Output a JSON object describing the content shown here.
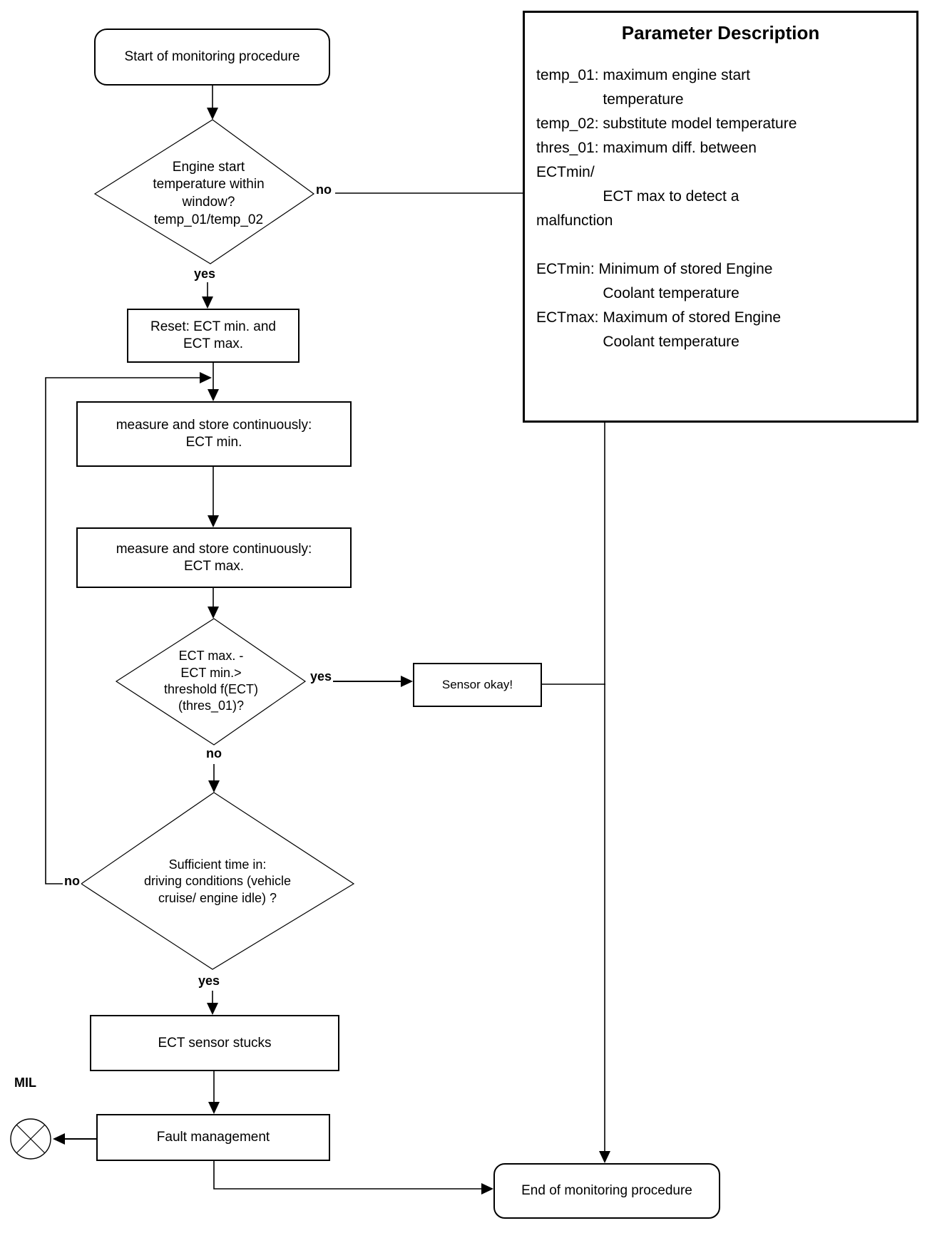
{
  "diagram": {
    "type": "flowchart",
    "nodes": {
      "start": {
        "label": "Start of monitoring procedure"
      },
      "d1": {
        "label": "Engine start\ntemperature within\nwindow?\ntemp_01/temp_02"
      },
      "reset": {
        "label": "Reset: ECT min. and\nECT max."
      },
      "measure_min": {
        "label": "measure and store continuously:\nECT min."
      },
      "measure_max": {
        "label": "measure and store continuously:\nECT max."
      },
      "d2": {
        "label": "ECT max. -\nECT min.>\nthreshold f(ECT)\n(thres_01)?"
      },
      "sensor_okay": {
        "label": "Sensor okay!"
      },
      "d3": {
        "label": "Sufficient time in:\ndriving conditions (vehicle\ncruise/ engine idle) ?"
      },
      "ect_stucks": {
        "label": "ECT sensor stucks"
      },
      "fault": {
        "label": "Fault management"
      },
      "end": {
        "label": "End of monitoring procedure"
      },
      "mil": {
        "label": "MIL"
      }
    },
    "edge_labels": {
      "d1_no": "no",
      "d1_yes": "yes",
      "d2_yes": "yes",
      "d2_no": "no",
      "d3_no": "no",
      "d3_yes": "yes"
    },
    "param_box": {
      "title": "Parameter Description",
      "body": "temp_01: maximum engine start\n                temperature\ntemp_02: substitute model temperature\nthres_01: maximum diff. between\nECTmin/\n                ECT max to detect a\nmalfunction\n\nECTmin: Minimum of stored Engine\n                Coolant temperature\nECTmax: Maximum of stored Engine\n                Coolant temperature"
    },
    "colors": {
      "line": "#000000",
      "background": "#ffffff"
    }
  }
}
